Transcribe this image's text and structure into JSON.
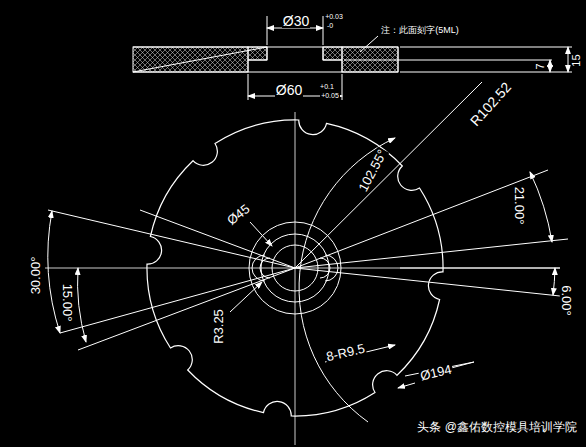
{
  "diagram": {
    "labels": [
      "Ø30",
      "+0.03",
      "-0",
      "注：此面刻字(5ML)",
      "15",
      "7",
      "Ø60",
      "+0.1",
      "+0.05",
      "R102.52",
      "102.55°",
      "21.00°",
      "Ø45",
      "30.00°",
      "15.00°",
      "R3.25",
      "6.00°",
      "8-R9.5",
      "Ø194",
      "头条 @鑫佑数控模具培训学院"
    ]
  }
}
